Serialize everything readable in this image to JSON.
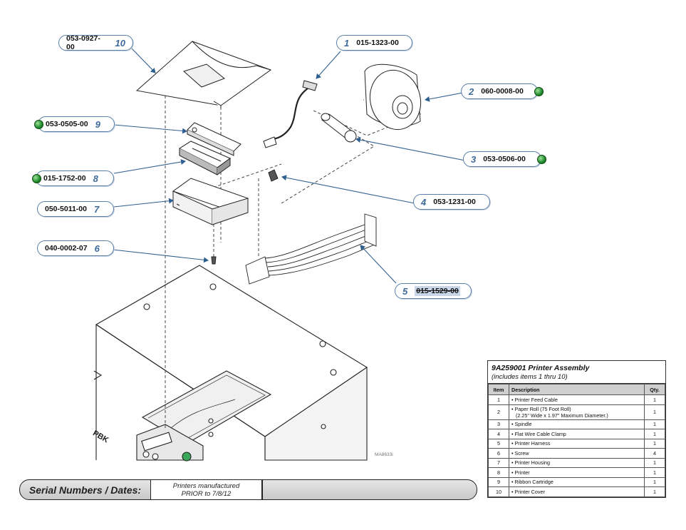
{
  "callouts": [
    {
      "num": "10",
      "pn": "053-0927-00",
      "order": "pn-first",
      "dot": false
    },
    {
      "num": "1",
      "pn": "015-1323-00",
      "order": "num-first",
      "dot": false
    },
    {
      "num": "2",
      "pn": "060-0008-00",
      "order": "num-first",
      "dot": true
    },
    {
      "num": "9",
      "pn": "053-0505-00",
      "order": "pn-first",
      "dot": true
    },
    {
      "num": "3",
      "pn": "053-0506-00",
      "order": "num-first",
      "dot": true
    },
    {
      "num": "8",
      "pn": "015-1752-00",
      "order": "pn-first",
      "dot": true
    },
    {
      "num": "4",
      "pn": "053-1231-00",
      "order": "num-first",
      "dot": false
    },
    {
      "num": "7",
      "pn": "050-5011-00",
      "order": "pn-first",
      "dot": false
    },
    {
      "num": "6",
      "pn": "040-0002-07",
      "order": "pn-first",
      "dot": false
    },
    {
      "num": "5",
      "pn": "015-1529-00",
      "order": "num-first",
      "dot": false
    }
  ],
  "drawing_ref": "MA8633i",
  "serial": {
    "label": "Serial Numbers / Dates:",
    "line1": "Printers manufactured",
    "line2": "PRIOR to 7/8/12"
  },
  "parts_table": {
    "title": "9A259001 Printer Assembly",
    "subtitle": "(includes items 1 thru 10)",
    "headers": {
      "item": "Item",
      "description": "Description",
      "qty": "Qty."
    },
    "rows": [
      {
        "item": "1",
        "desc": "• Printer Feed Cable",
        "desc2": "",
        "qty": "1"
      },
      {
        "item": "2",
        "desc": "• Paper Roll (75 Foot Roll)",
        "desc2": "(2.25\" Wide x 1.97\" Maximum Diameter.)",
        "qty": "1"
      },
      {
        "item": "3",
        "desc": "• Spindle",
        "desc2": "",
        "qty": "1"
      },
      {
        "item": "4",
        "desc": "• Flat Wire Cable Clamp",
        "desc2": "",
        "qty": "1"
      },
      {
        "item": "5",
        "desc": "• Printer Harness",
        "desc2": "",
        "qty": "1"
      },
      {
        "item": "6",
        "desc": "• Screw",
        "desc2": "",
        "qty": "4"
      },
      {
        "item": "7",
        "desc": "• Printer Housing",
        "desc2": "",
        "qty": "1"
      },
      {
        "item": "8",
        "desc": "• Printer",
        "desc2": "",
        "qty": "1"
      },
      {
        "item": "9",
        "desc": "• Ribbon Cartridge",
        "desc2": "",
        "qty": "1"
      },
      {
        "item": "10",
        "desc": "• Printer Cover",
        "desc2": "",
        "qty": "1"
      }
    ]
  },
  "colors": {
    "callout_border": "#5a7fa8",
    "callout_number": "#3d6a9a",
    "leader": "#2f5f8f",
    "dot": "#1f8a2a"
  }
}
